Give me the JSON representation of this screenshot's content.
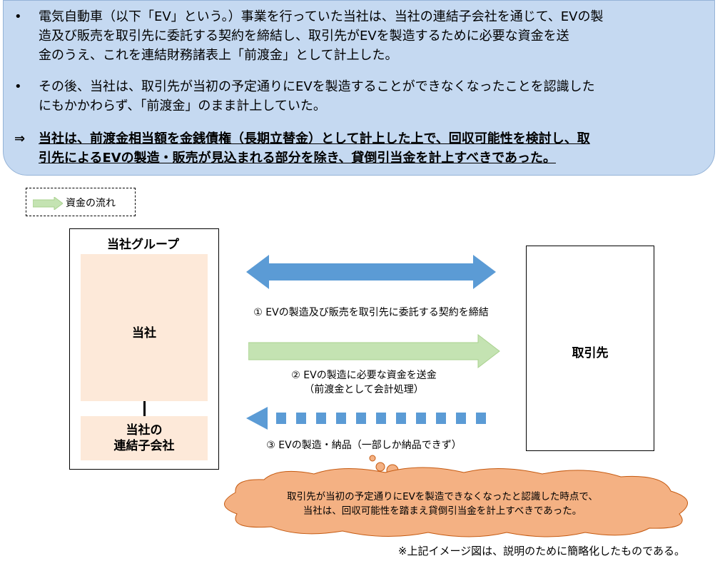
{
  "summary": {
    "bullet_mark": "•",
    "arrow_mark": "⇒",
    "bullet1_line1": "電気自動車（以下「EV」という。）事業を行っていた当社は、当社の連結子会社を通じて、EVの製",
    "bullet1_line2": "造及び販売を取引先に委託する契約を締結し、取引先がEVを製造するために必要な資金を送",
    "bullet1_line3": "金のうえ、これを連結財務諸表上「前渡金」として計上した。",
    "bullet2_line1": "その後、当社は、取引先が当初の予定通りにEVを製造することができなくなったことを認識した",
    "bullet2_line2": "にもかかわらず、「前渡金」のまま計上していた。",
    "conclusion_line1": "当社は、前渡金相当額を金銭債権（長期立替金）として計上した上で、回収可能性を検討し、取",
    "conclusion_line2": "引先によるEVの製造・販売が見込まれる部分を除き、貸倒引当金を計上すべきであった。"
  },
  "legend": {
    "label": "資金の流れ",
    "arrow_color": "#c4e3b2"
  },
  "group": {
    "title": "当社グループ",
    "company": "当社",
    "subsidiary_line1": "当社の",
    "subsidiary_line2": "連結子会社"
  },
  "partner": {
    "label": "取引先"
  },
  "flows": {
    "flow1": "① EVの製造及び販売を取引先に委託する契約を締結",
    "flow2_line1": "② EVの製造に必要な資金を送金",
    "flow2_line2": "（前渡金として会計処理）",
    "flow3": "③ EVの製造・納品（一部しか納品できず）"
  },
  "cloud": {
    "line1": "取引先が当初の予定通りにEVを製造できなくなったと認識した時点で、",
    "line2": "当社は、回収可能性を踏まえ貸倒引当金を計上すべきであった。"
  },
  "footnote": "※上記イメージ図は、説明のために簡略化したものである。",
  "colors": {
    "summary_bg": "#c5d9f1",
    "blue_arrow": "#5b9bd5",
    "green_arrow": "#c4e3b2",
    "box_fill": "#fde9d9",
    "cloud_fill": "#f4b183"
  }
}
